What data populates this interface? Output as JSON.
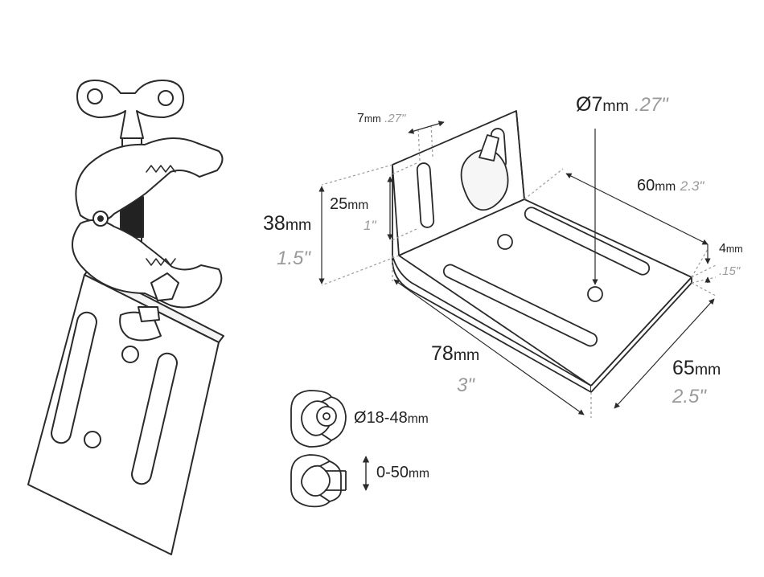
{
  "colors": {
    "line": "#2a2a2a",
    "fill": "#ffffff",
    "text": "#222222",
    "imperial": "#9a9a9a",
    "dashed": "#9a9a9a"
  },
  "dimensions": {
    "slot_width": {
      "value": "7",
      "unit": "mm",
      "imperial": ".27\""
    },
    "hole_diameter": {
      "prefix": "Ø",
      "value": "7",
      "unit": "mm",
      "imperial": ".27\""
    },
    "slot_length": {
      "value": "60",
      "unit": "mm",
      "imperial": "2.3\""
    },
    "slot_height": {
      "value": "25",
      "unit": "mm",
      "imperial": "1\""
    },
    "height": {
      "value": "38",
      "unit": "mm",
      "imperial": "1.5\""
    },
    "thickness": {
      "value": "4",
      "unit": "mm",
      "imperial": ".15\""
    },
    "length": {
      "value": "78",
      "unit": "mm",
      "imperial": "3\""
    },
    "depth": {
      "value": "65",
      "unit": "mm",
      "imperial": "2.5\""
    }
  },
  "clamp_ranges": {
    "tube": {
      "prefix": "Ø",
      "value": "18-48",
      "unit": "mm"
    },
    "flat": {
      "value": "0-50",
      "unit": "mm"
    }
  }
}
